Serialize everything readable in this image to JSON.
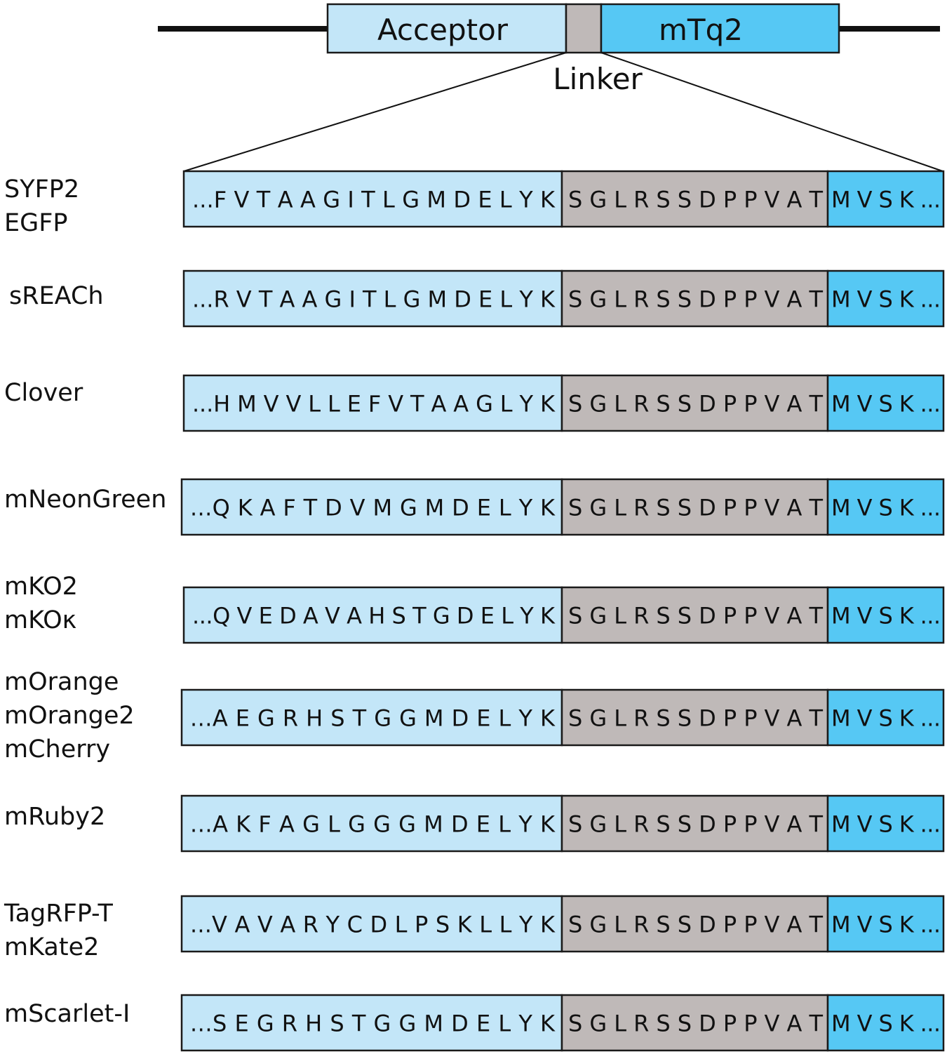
{
  "construct": {
    "acceptor_label": "Acceptor",
    "linker_label": "Linker",
    "donor_label": "mTq2"
  },
  "colors": {
    "acceptor": "#c3e6f8",
    "linker": "#bfb9b8",
    "donor": "#56c8f4",
    "outline": "#1a1a1a"
  },
  "rows": [
    {
      "names": [
        "SYFP2",
        "EGFP"
      ],
      "acceptor_seq": "...FVTAAGITLGMDELYK",
      "linker_seq": "SGLRSSDPPVAT",
      "donor_seq": "MVSK..."
    },
    {
      "names": [
        "sREACh"
      ],
      "acceptor_seq": "...RVTAAGITLGMDELYK",
      "linker_seq": "SGLRSSDPPVAT",
      "donor_seq": "MVSK..."
    },
    {
      "names": [
        "Clover"
      ],
      "acceptor_seq": "...HMVVLLEFVTAAGLYK",
      "linker_seq": "SGLRSSDPPVAT",
      "donor_seq": "MVSK..."
    },
    {
      "names": [
        "mNeonGreen"
      ],
      "acceptor_seq": "...QKAFTDVMGMDELYK",
      "linker_seq": "SGLRSSDPPVAT",
      "donor_seq": "MVSK..."
    },
    {
      "names": [
        "mKO2",
        "mKOκ"
      ],
      "acceptor_seq": "...QVEDAVAHSTGDELYK",
      "linker_seq": "SGLRSSDPPVAT",
      "donor_seq": "MVSK..."
    },
    {
      "names": [
        "mOrange",
        "mOrange2",
        "mCherry"
      ],
      "acceptor_seq": "...AEGRHSTGGMDELYK",
      "linker_seq": "SGLRSSDPPVAT",
      "donor_seq": "MVSK..."
    },
    {
      "names": [
        "mRuby2"
      ],
      "acceptor_seq": "...AKFAGLGGGMDELYK",
      "linker_seq": "SGLRSSDPPVAT",
      "donor_seq": "MVSK..."
    },
    {
      "names": [
        "TagRFP-T",
        "mKate2"
      ],
      "acceptor_seq": "...VAVARYCDLPSKLLYK",
      "linker_seq": "SGLRSSDPPVAT",
      "donor_seq": "MVSK..."
    },
    {
      "names": [
        "mScarlet-I"
      ],
      "acceptor_seq": "...SEGRHSTGGMDELYK",
      "linker_seq": "SGLRSSDPPVAT",
      "donor_seq": "MVSK..."
    }
  ]
}
